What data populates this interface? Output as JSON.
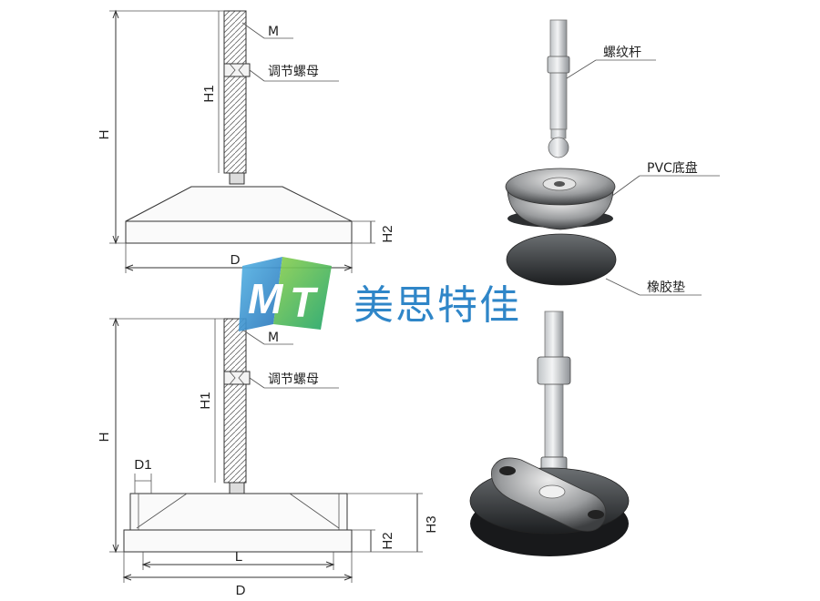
{
  "logo": {
    "letters": [
      "M",
      "T"
    ],
    "brand_text": "美思特佳"
  },
  "top_drawing": {
    "labels": {
      "M": "M",
      "nut": "调节螺母",
      "H": "H",
      "H1": "H1",
      "H2": "H2",
      "D": "D"
    }
  },
  "bottom_drawing": {
    "labels": {
      "M": "M",
      "nut": "调节螺母",
      "H": "H",
      "H1": "H1",
      "H2": "H2",
      "H3": "H3",
      "D": "D",
      "D1": "D1",
      "L": "L"
    }
  },
  "exploded_view": {
    "labels": {
      "rod": "螺纹杆",
      "base": "PVC底盘",
      "pad": "橡胶垫"
    }
  }
}
